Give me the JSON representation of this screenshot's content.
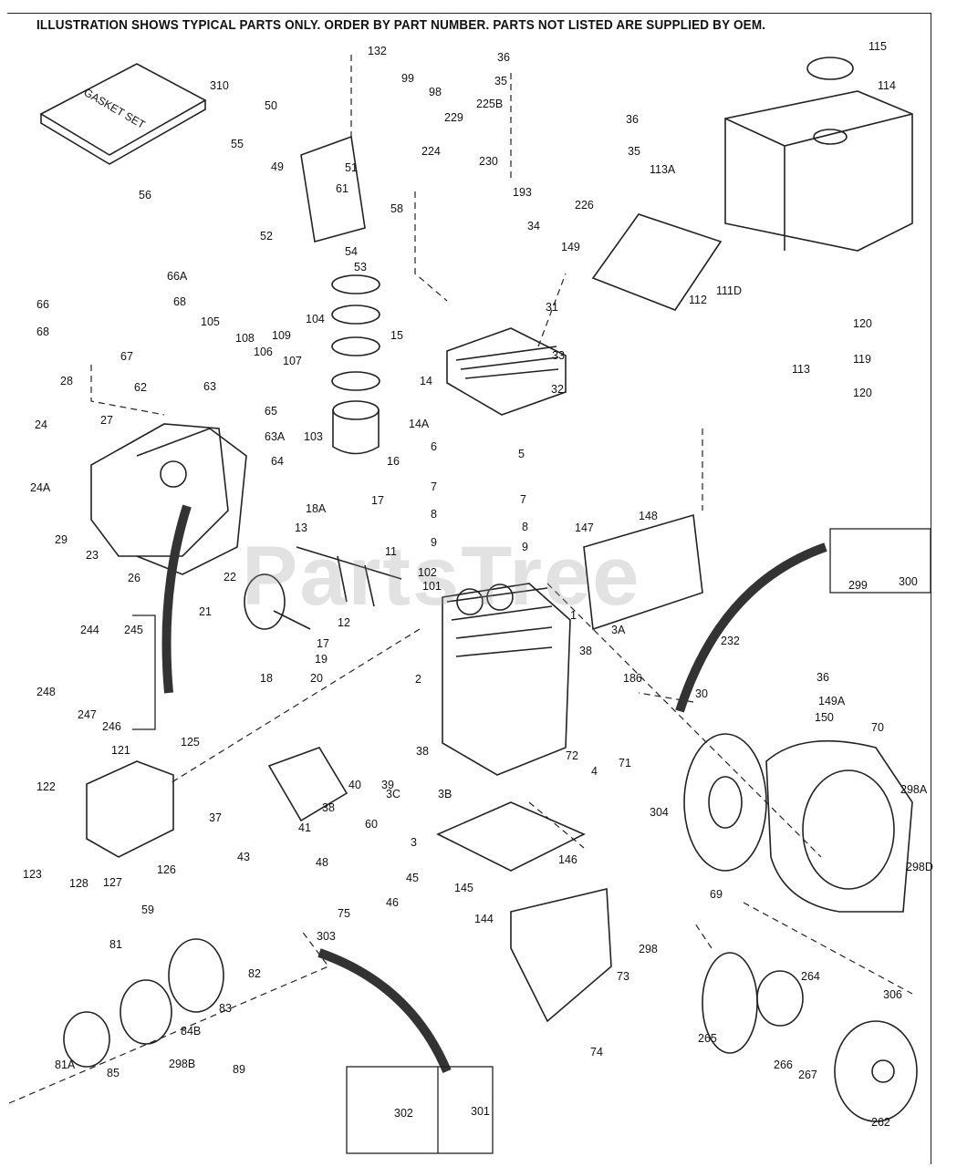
{
  "header": {
    "notice": "ILLUSTRATION SHOWS TYPICAL PARTS ONLY. ORDER BY PART NUMBER. PARTS NOT LISTED ARE SUPPLIED BY OEM."
  },
  "watermark": "PartsTree",
  "gasket_set_text": "GASKET SET",
  "part_labels": [
    "310",
    "132",
    "36",
    "35",
    "99",
    "98",
    "225B",
    "229",
    "224",
    "230",
    "50",
    "55",
    "49",
    "51",
    "61",
    "58",
    "52",
    "54",
    "53",
    "56",
    "36",
    "35",
    "113A",
    "193",
    "226",
    "34",
    "149",
    "115",
    "114",
    "112",
    "31",
    "120",
    "119",
    "120",
    "111D",
    "113",
    "66A",
    "66",
    "68",
    "68",
    "105",
    "108",
    "106",
    "109",
    "107",
    "104",
    "15",
    "14",
    "14A",
    "16",
    "67",
    "62",
    "28",
    "24",
    "27",
    "63",
    "65",
    "63A",
    "64",
    "103",
    "33",
    "32",
    "6",
    "5",
    "7",
    "7",
    "8",
    "8",
    "9",
    "9",
    "24A",
    "29",
    "23",
    "26",
    "18A",
    "17",
    "13",
    "11",
    "22",
    "102",
    "101",
    "12",
    "21",
    "17",
    "19",
    "18",
    "20",
    "147",
    "148",
    "1",
    "3A",
    "38",
    "186",
    "244",
    "245",
    "248",
    "247",
    "246",
    "2",
    "232",
    "299",
    "300",
    "36",
    "149A",
    "150",
    "30",
    "70",
    "38",
    "39",
    "40",
    "72",
    "4",
    "71",
    "304",
    "298A",
    "298D",
    "125",
    "121",
    "122",
    "37",
    "38",
    "41",
    "3C",
    "3B",
    "3",
    "60",
    "43",
    "146",
    "123",
    "128",
    "127",
    "126",
    "48",
    "45",
    "46",
    "75",
    "145",
    "144",
    "69",
    "59",
    "303",
    "298",
    "81",
    "82",
    "83",
    "73",
    "264",
    "306",
    "84B",
    "74",
    "265",
    "266",
    "267",
    "81A",
    "85",
    "298B",
    "89",
    "302",
    "301",
    "262"
  ]
}
